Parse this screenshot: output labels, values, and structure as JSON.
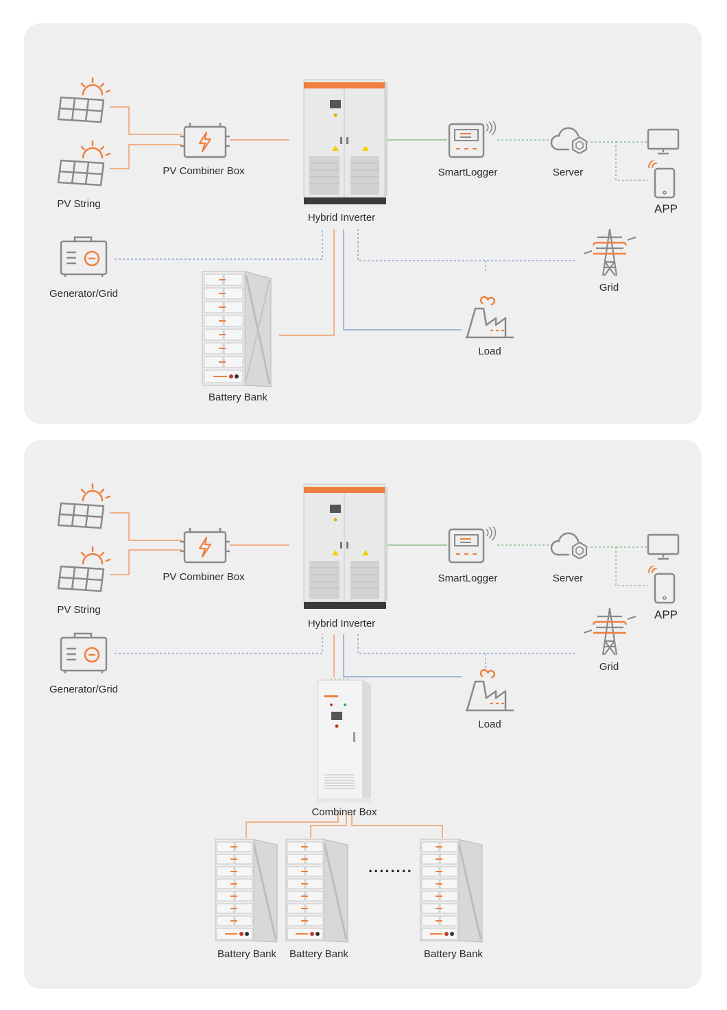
{
  "colors": {
    "panel_bg": "#efefef",
    "icon_gray": "#8a8a8a",
    "accent_orange": "#ef7f3d",
    "dc_line": "#ef8a4a",
    "comm_line": "#7ab27a",
    "ac_line": "#6f97c9"
  },
  "diagram_top": {
    "pv_string": "PV String",
    "pv_combiner_box": "PV Combiner Box",
    "hybrid_inverter": "Hybrid Inverter",
    "smartlogger": "SmartLogger",
    "server": "Server",
    "app": "APP",
    "generator_grid": "Generator/Grid",
    "grid": "Grid",
    "load": "Load",
    "battery_bank": "Battery Bank"
  },
  "diagram_bottom": {
    "pv_string": "PV String",
    "pv_combiner_box": "PV Combiner Box",
    "hybrid_inverter": "Hybrid Inverter",
    "smartlogger": "SmartLogger",
    "server": "Server",
    "app": "APP",
    "generator_grid": "Generator/Grid",
    "grid": "Grid",
    "load": "Load",
    "combiner_box": "Combiner Box",
    "battery_banks": [
      "Battery Bank",
      "Battery Bank",
      "Battery Bank"
    ],
    "ellipsis": "........"
  },
  "icons": [
    "solar-panel-icon",
    "combiner-box-icon",
    "hybrid-inverter-icon",
    "smartlogger-icon",
    "cloud-server-icon",
    "monitor-icon",
    "phone-app-icon",
    "generator-icon",
    "transmission-tower-icon",
    "factory-load-icon",
    "battery-rack-icon",
    "combiner-cabinet-icon"
  ]
}
